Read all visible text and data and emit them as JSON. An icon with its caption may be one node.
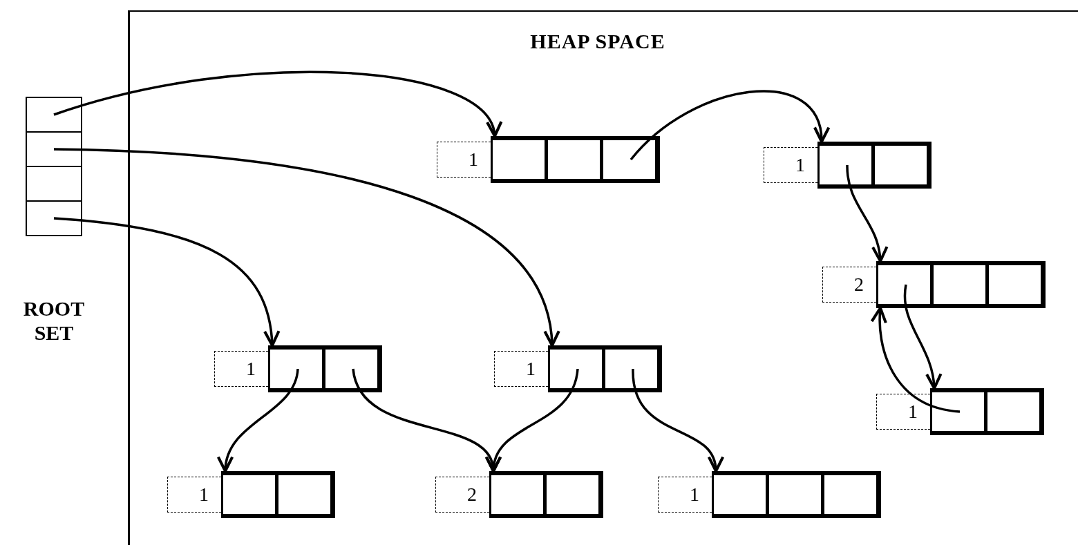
{
  "diagram": {
    "nodes": [
      {
        "text": [
          "HEAP SPACE"
        ]
      },
      {
        "text": [
          "ROOT SET"
        ]
      },
      {
        "text": [],
        "shape": "box",
        "in": 1
      },
      {
        "text": [],
        "shape": "box",
        "in": 1
      },
      {
        "text": [],
        "shape": "box",
        "in": 1
      },
      {
        "text": [],
        "shape": "box",
        "in": 1
      },
      {
        "text": [
          "1"
        ],
        "in": 0
      },
      {
        "text": [],
        "shape": "box",
        "in": 6
      },
      {
        "text": [],
        "shape": "box",
        "in": 6
      },
      {
        "text": [],
        "shape": "box",
        "in": 6
      },
      {
        "text": [
          "1"
        ],
        "in": 0
      },
      {
        "text": [],
        "shape": "box",
        "in": 10
      },
      {
        "text": [],
        "shape": "box",
        "in": 10
      },
      {
        "text": [
          "2"
        ],
        "in": 0
      },
      {
        "text": [],
        "shape": "box",
        "in": 13
      },
      {
        "text": [],
        "shape": "box",
        "in": 13
      },
      {
        "text": [],
        "shape": "box",
        "in": 13
      },
      {
        "text": [
          "1"
        ],
        "in": 0
      },
      {
        "text": [],
        "shape": "box",
        "in": 17
      },
      {
        "text": [],
        "shape": "box",
        "in": 17
      },
      {
        "text": [
          "1"
        ],
        "in": 0
      },
      {
        "text": [],
        "shape": "box",
        "in": 20
      },
      {
        "text": [],
        "shape": "box",
        "in": 20
      },
      {
        "text": [
          "1"
        ],
        "in": 0
      },
      {
        "text": [],
        "shape": "box",
        "in": 23
      },
      {
        "text": [],
        "shape": "box",
        "in": 23
      },
      {
        "text": [
          "1"
        ],
        "in": 0
      },
      {
        "text": [],
        "shape": "box",
        "in": 26
      },
      {
        "text": [],
        "shape": "box",
        "in": 26
      },
      {
        "text": [
          "2"
        ],
        "in": 0
      },
      {
        "text": [],
        "shape": "box",
        "in": 29
      },
      {
        "text": [],
        "shape": "box",
        "in": 29
      },
      {
        "text": [
          "1"
        ],
        "in": 0
      },
      {
        "text": [],
        "shape": "box",
        "in": 32
      },
      {
        "text": [],
        "shape": "box",
        "in": 32
      },
      {
        "text": [],
        "shape": "box",
        "in": 32
      }
    ],
    "edges": [
      {
        "from": 2,
        "to": 6,
        "arrow": "to"
      },
      {
        "from": 3,
        "to": 20,
        "arrow": "to"
      },
      {
        "from": 5,
        "to": 17,
        "arrow": "to"
      },
      {
        "from": 9,
        "to": 10,
        "arrow": "to"
      },
      {
        "from": 11,
        "to": 13,
        "arrow": "to"
      },
      {
        "from": 14,
        "to": 23,
        "arrow": "to"
      },
      {
        "from": 24,
        "to": 13,
        "arrow": "to"
      },
      {
        "from": 18,
        "to": 26,
        "arrow": "to"
      },
      {
        "from": 19,
        "to": 29,
        "arrow": "to"
      },
      {
        "from": 21,
        "to": 29,
        "arrow": "to"
      },
      {
        "from": 22,
        "to": 32,
        "arrow": "to"
      }
    ]
  }
}
